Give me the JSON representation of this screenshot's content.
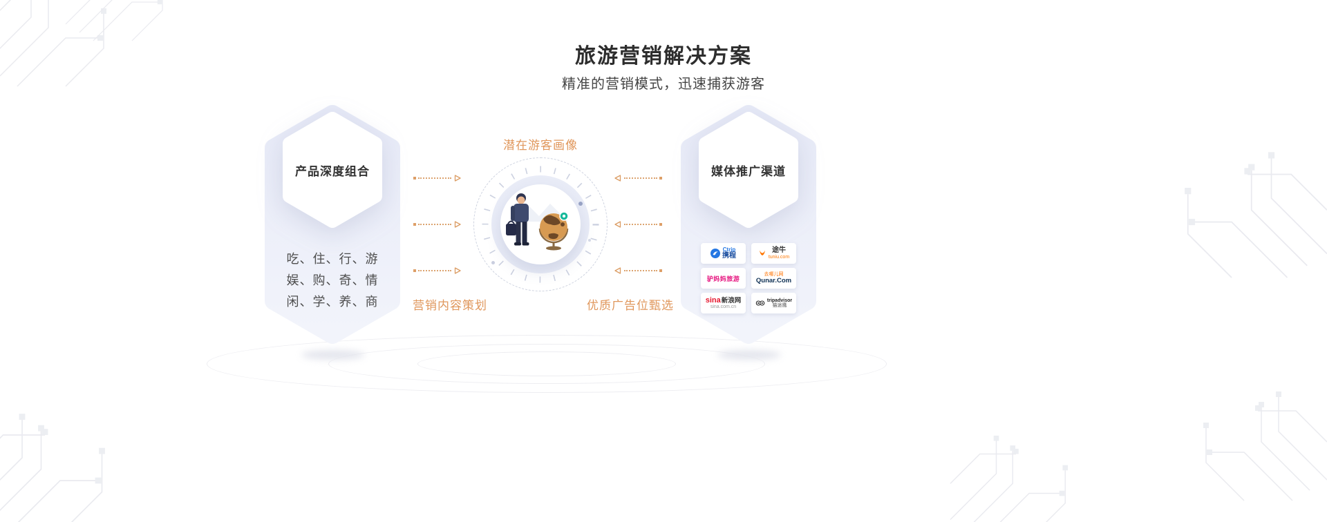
{
  "header": {
    "title": "旅游营销解决方案",
    "subtitle": "精准的营销模式，迅速捕获游客"
  },
  "left_card": {
    "title": "产品深度组合",
    "lines": [
      "吃、住、行、游",
      "娱、购、奇、情",
      "闲、学、养、商"
    ]
  },
  "diagram": {
    "top_label": "潜在游客画像",
    "bottom_left_label": "营销内容策划",
    "bottom_right_label": "优质广告位甄选",
    "illustration": "traveler-with-globe"
  },
  "right_card": {
    "title": "媒体推广渠道",
    "logos": [
      {
        "name": "ctrip",
        "main": "Ctrip",
        "sub": "携程"
      },
      {
        "name": "tuniu",
        "main": "途牛",
        "sub": "tuniu.com"
      },
      {
        "name": "lvmama",
        "main": "驴妈妈旅游",
        "sub": ""
      },
      {
        "name": "qunar",
        "main": "Qunar.Com",
        "sub": "去哪儿网"
      },
      {
        "name": "sina",
        "main": "sina",
        "main2": "新浪网",
        "sub": "sina.com.cn"
      },
      {
        "name": "tripadvisor",
        "main": "tripadvisor",
        "sub": "猫途鹰"
      }
    ]
  },
  "colors": {
    "accent_orange": "#e0975c",
    "card_fill": "#e9ecf8",
    "ctrip_blue": "#2577e3",
    "tuniu_orange": "#ff7700",
    "lvmama_pink": "#e6157f",
    "qunar_navy": "#0c2e52",
    "sina_red": "#e6162d",
    "tripadvisor_black": "#222222"
  }
}
